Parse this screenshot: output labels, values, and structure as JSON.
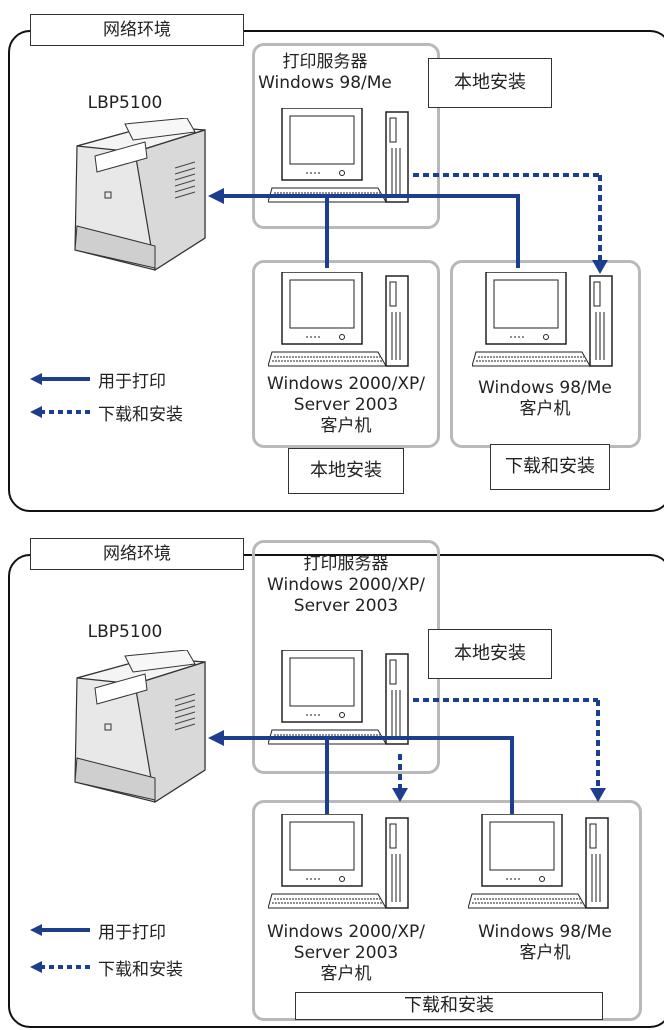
{
  "colors": {
    "line": "#1d3e8e",
    "group_border": "#b9b9b9",
    "frame": "#111111"
  },
  "panel1": {
    "env_label": "网络环境",
    "printer_label": "LBP5100",
    "server_label_1": "打印服务器",
    "server_label_2": "Windows 98/Me",
    "server_install": "本地安装",
    "client_left_1": "Windows 2000/XP/",
    "client_left_2": "Server 2003",
    "client_left_3": "客户机",
    "client_left_install": "本地安装",
    "client_right_1": "Windows 98/Me",
    "client_right_2": "客户机",
    "client_right_install": "下载和安装",
    "legend_print": "用于打印",
    "legend_download": "下载和安装"
  },
  "panel2": {
    "env_label": "网络环境",
    "printer_label": "LBP5100",
    "server_label_1": "打印服务器",
    "server_label_2": "Windows 2000/XP/",
    "server_label_3": "Server 2003",
    "server_install": "本地安装",
    "client_left_1": "Windows 2000/XP/",
    "client_left_2": "Server 2003",
    "client_left_3": "客户机",
    "client_right_1": "Windows 98/Me",
    "client_right_2": "客户机",
    "clients_install": "下载和安装",
    "legend_print": "用于打印",
    "legend_download": "下载和安装"
  }
}
